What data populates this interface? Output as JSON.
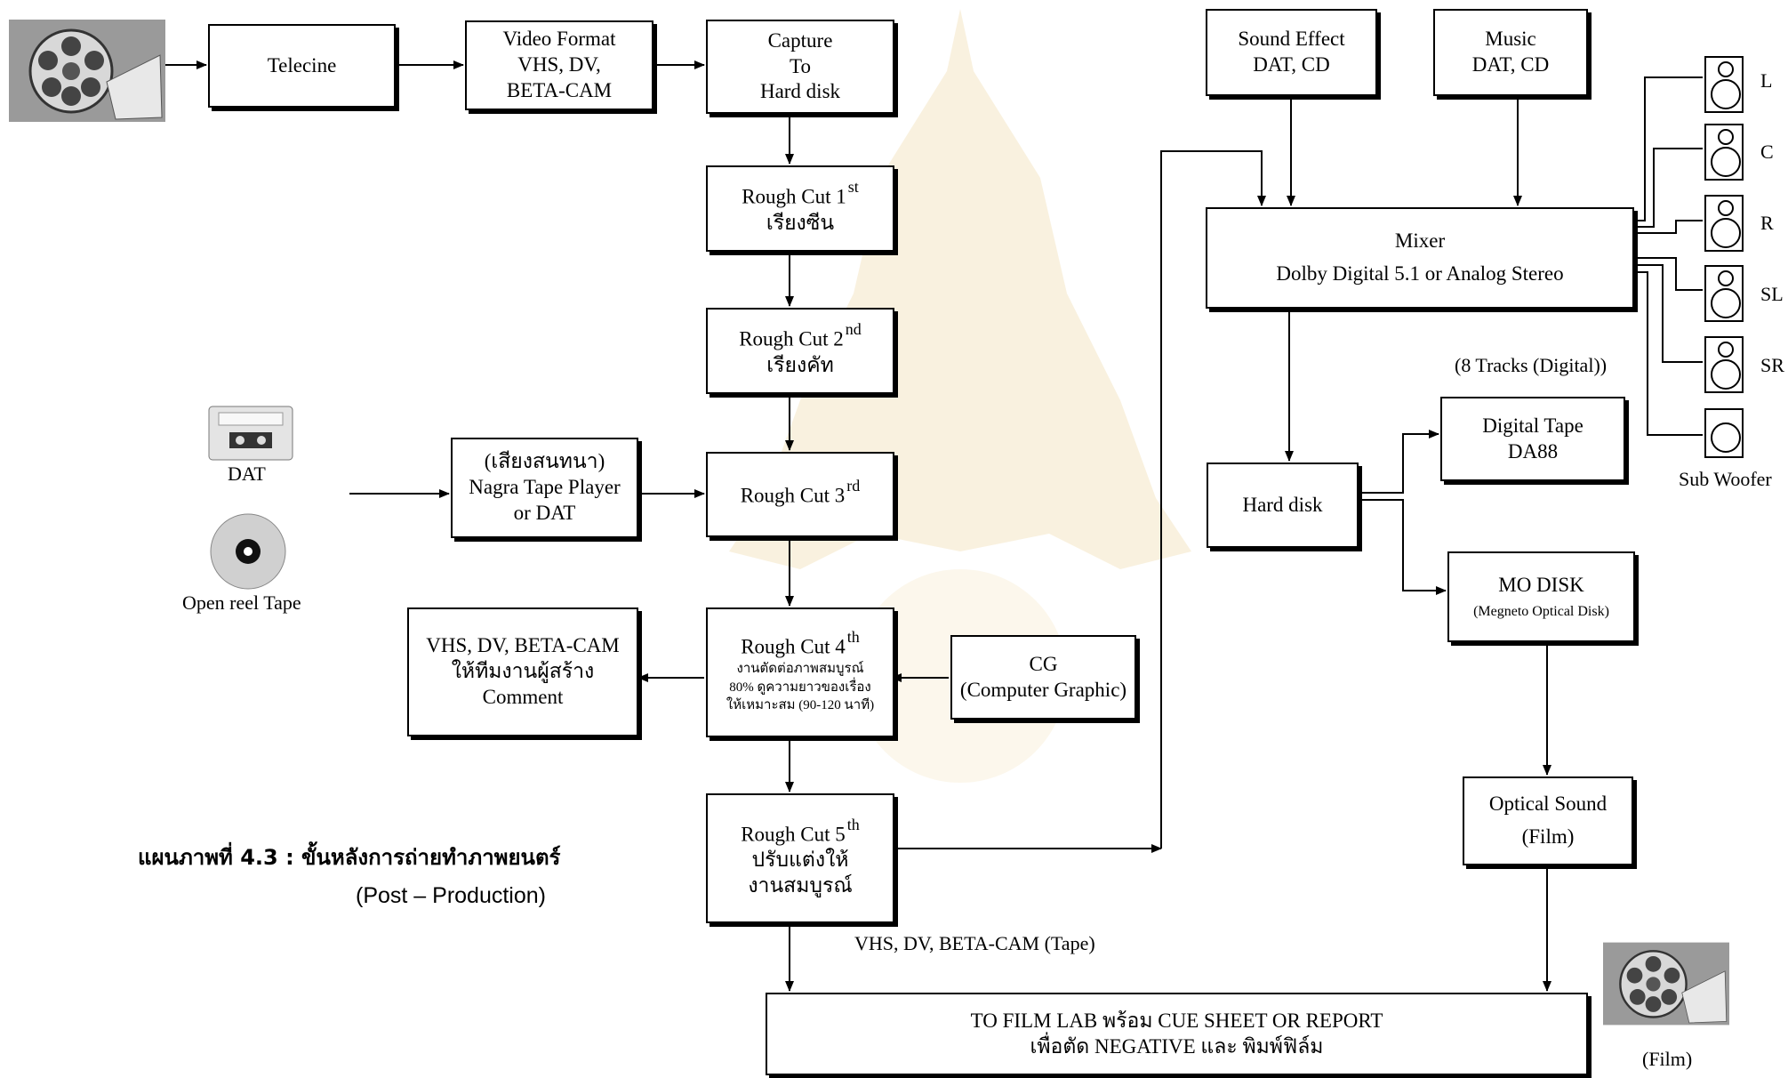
{
  "boxes": {
    "telecine": "Telecine",
    "video_format": [
      "Video Format",
      "VHS, DV,",
      "BETA-CAM"
    ],
    "capture": [
      "Capture",
      "To",
      "Hard disk"
    ],
    "rc1": {
      "title": "Rough Cut  1",
      "sup": "st",
      "sub": "เรียงซีน"
    },
    "rc2": {
      "title": "Rough Cut  2",
      "sup": "nd",
      "sub": "เรียงคัท"
    },
    "nagra": [
      "(เสียงสนทนา)",
      "Nagra Tape Player",
      "or DAT"
    ],
    "rc3": {
      "title": "Rough Cut  3",
      "sup": "rd"
    },
    "rc4": {
      "title": "Rough  Cut  4",
      "sup": "th",
      "lines": [
        "งานตัดต่อภาพสมบูรณ์",
        "80% ดูความยาวของเรื่อง",
        "ให้เหมาะสม (90-120 นาที)"
      ]
    },
    "vhs_comment": [
      "VHS, DV, BETA-CAM",
      "ให้ทีมงานผู้สร้าง",
      "Comment"
    ],
    "cg": [
      "CG",
      "(Computer Graphic)"
    ],
    "rc5": {
      "title": "Rough  Cut  5",
      "sup": "th",
      "lines": [
        "ปรับแต่งให้",
        "งานสมบูรณ์"
      ]
    },
    "sound_effect": [
      "Sound Effect",
      "DAT, CD"
    ],
    "music": [
      "Music",
      "DAT, CD"
    ],
    "mixer": [
      "Mixer",
      "Dolby Digital 5.1 or Analog Stereo"
    ],
    "hard_disk": "Hard disk",
    "digital_tape": [
      "Digital Tape",
      "DA88"
    ],
    "mo_disk": [
      "MO DISK",
      "(Megneto Optical  Disk)"
    ],
    "optical_sound": [
      "Optical Sound",
      "(Film)"
    ],
    "film_lab": [
      "TO FILM LAB พร้อม  CUE  SHEET OR REPORT",
      "เพื่อตัด NEGATIVE และ พิมพ์ฟิล์ม"
    ]
  },
  "labels": {
    "dat": "DAT",
    "open_reel": "Open reel Tape",
    "tracks": "(8 Tracks (Digital))",
    "tape_edge": "VHS, DV, BETA-CAM (Tape)",
    "film": "(Film)",
    "sub_woofer": "Sub Woofer"
  },
  "speakers": [
    "L",
    "C",
    "R",
    "SL",
    "SR"
  ],
  "caption": {
    "line1": "แผนภาพที่ 4.3 : ขั้นหลังการถ่ายทำภาพยนตร์",
    "line2": "(Post – Production)"
  },
  "colors": {
    "line": "#000000",
    "watermark": "#f3e4c2"
  }
}
